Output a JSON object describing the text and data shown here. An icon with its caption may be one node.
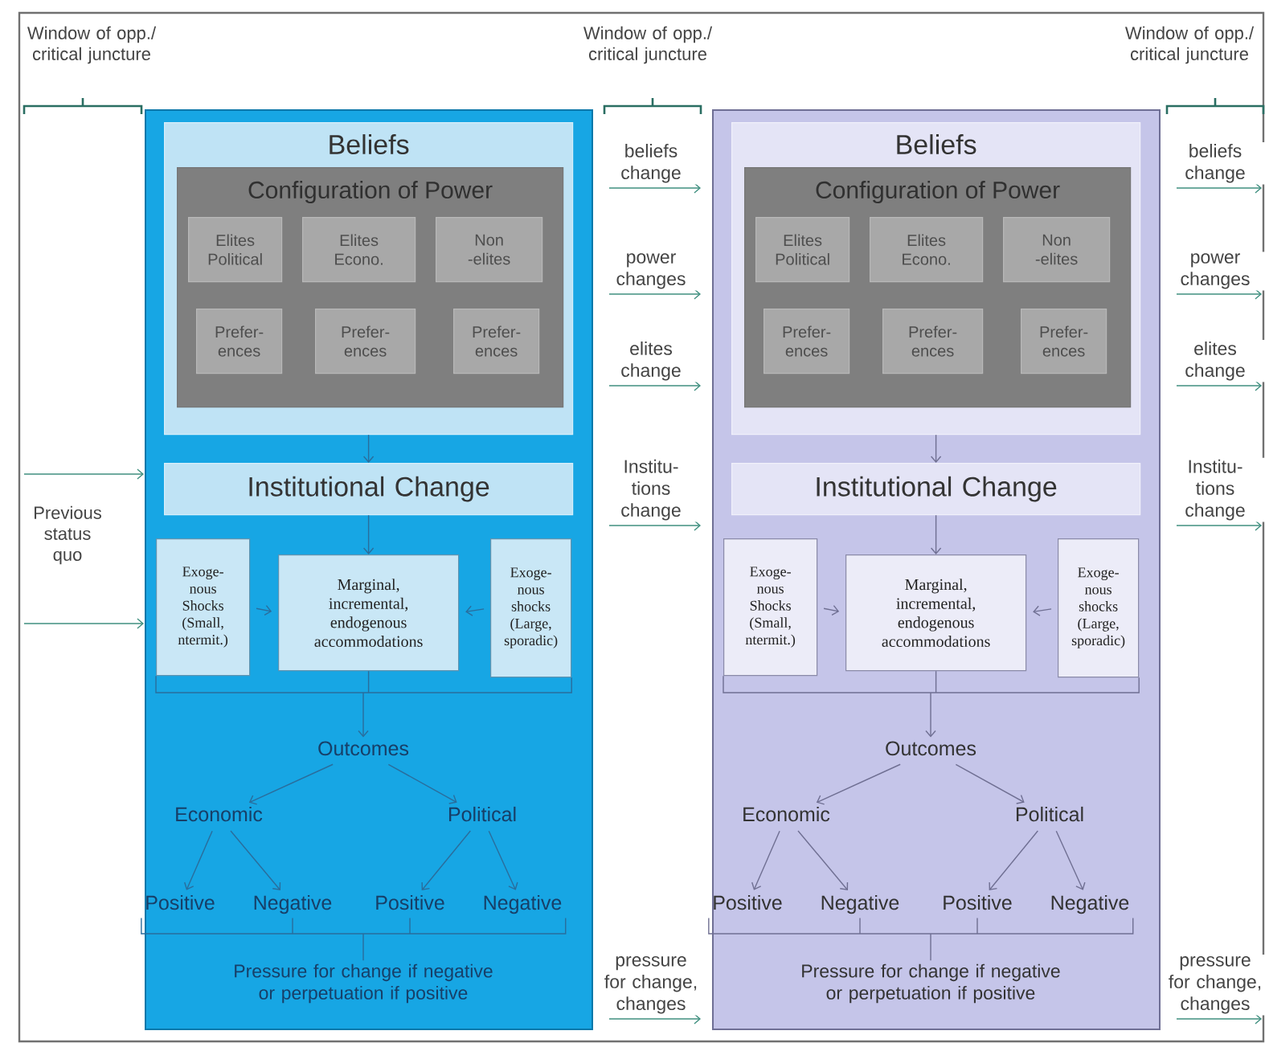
{
  "diagram": {
    "nodes": [
      {
        "text": [],
        "shape": "box"
      },
      {
        "text": [
          "Beliefs"
        ],
        "in": 0
      },
      {
        "text": [
          "Configuration of Power"
        ],
        "in": 1
      },
      {
        "text": [
          "Elites Political"
        ],
        "in": 2
      },
      {
        "text": [
          "Elites Econo."
        ],
        "in": 2
      },
      {
        "text": [
          "Non -elites"
        ],
        "in": 2
      },
      {
        "text": [
          "Prefer- ences"
        ],
        "in": 2
      },
      {
        "text": [
          "Prefer- ences"
        ],
        "in": 2
      },
      {
        "text": [
          "Prefer- ences"
        ],
        "in": 2
      },
      {
        "text": [
          "Institutional Change"
        ],
        "in": 0
      },
      {
        "text": [
          "Exoge- nous Shocks (Small, ntermit.)"
        ],
        "in": 0
      },
      {
        "text": [
          "Marginal, incremental, endogenous accommodations"
        ],
        "in": 0
      },
      {
        "text": [
          "Exoge- nous shocks (Large, sporadic)"
        ],
        "in": 0
      },
      {
        "text": [
          "Outcomes"
        ],
        "in": 0
      },
      {
        "text": [
          "Economic"
        ],
        "in": 0
      },
      {
        "text": [
          "Political"
        ],
        "in": 0
      },
      {
        "text": [
          "Positive"
        ],
        "in": 0
      },
      {
        "text": [
          "Negative"
        ],
        "in": 0
      },
      {
        "text": [
          "Positive"
        ],
        "in": 0
      },
      {
        "text": [
          "Negative"
        ],
        "in": 0
      },
      {
        "text": [
          "Pressure for change if negative or perpetuation if positive"
        ],
        "in": 0
      },
      {
        "text": [],
        "shape": "box"
      },
      {
        "text": [
          "Beliefs"
        ],
        "in": 21
      },
      {
        "text": [
          "Configuration of Power"
        ],
        "in": 22
      },
      {
        "text": [
          "Elites Political"
        ],
        "in": 23
      },
      {
        "text": [
          "Elites Econo."
        ],
        "in": 23
      },
      {
        "text": [
          "Non -elites"
        ],
        "in": 23
      },
      {
        "text": [
          "Prefer- ences"
        ],
        "in": 23
      },
      {
        "text": [
          "Prefer- ences"
        ],
        "in": 23
      },
      {
        "text": [
          "Prefer- ences"
        ],
        "in": 23
      },
      {
        "text": [
          "Institutional Change"
        ],
        "in": 21
      },
      {
        "text": [
          "Exoge- nous Shocks (Small, ntermit.)"
        ],
        "in": 21
      },
      {
        "text": [
          "Marginal, incremental, endogenous accommodations"
        ],
        "in": 21
      },
      {
        "text": [
          "Exoge- nous shocks (Large, sporadic)"
        ],
        "in": 21
      },
      {
        "text": [
          "Outcomes"
        ],
        "in": 21
      },
      {
        "text": [
          "Economic"
        ],
        "in": 21
      },
      {
        "text": [
          "Political"
        ],
        "in": 21
      },
      {
        "text": [
          "Positive"
        ],
        "in": 21
      },
      {
        "text": [
          "Negative"
        ],
        "in": 21
      },
      {
        "text": [
          "Positive"
        ],
        "in": 21
      },
      {
        "text": [
          "Negative"
        ],
        "in": 21
      },
      {
        "text": [
          "Pressure for change if negative or perpetuation if positive"
        ],
        "in": 21
      }
    ],
    "edges": [
      {
        "from": null,
        "to": 0,
        "arrow": "to",
        "color": "#3f8f7f"
      },
      {
        "from": null,
        "to": 0,
        "arrow": "to",
        "color": "#3f8f7f"
      },
      {
        "from": 1,
        "to": 9,
        "arrow": "to"
      },
      {
        "from": 9,
        "to": 11,
        "arrow": "to"
      },
      {
        "from": 10,
        "to": 11,
        "arrow": "to"
      },
      {
        "from": 12,
        "to": 11,
        "arrow": "to"
      },
      {
        "from": 10,
        "to": 13,
        "arrow": "to"
      },
      {
        "from": 11,
        "to": 13,
        "arrow": "to"
      },
      {
        "from": 12,
        "to": 13,
        "arrow": "to"
      },
      {
        "from": 13,
        "to": 14,
        "arrow": "to"
      },
      {
        "from": 13,
        "to": 15,
        "arrow": "to"
      },
      {
        "from": 14,
        "to": 16,
        "arrow": "to"
      },
      {
        "from": 14,
        "to": 17,
        "arrow": "to"
      },
      {
        "from": 15,
        "to": 18,
        "arrow": "to"
      },
      {
        "from": 15,
        "to": 19,
        "arrow": "to"
      },
      {
        "from": 16,
        "to": 20,
        "arrow": "none"
      },
      {
        "from": 17,
        "to": 20,
        "arrow": "none"
      },
      {
        "from": 18,
        "to": 20,
        "arrow": "none"
      },
      {
        "from": 19,
        "to": 20,
        "arrow": "none"
      },
      {
        "from": 0,
        "to": 21,
        "arrow": "to",
        "label": "beliefs change",
        "color": "#3f8f7f"
      },
      {
        "from": 0,
        "to": 21,
        "arrow": "to",
        "label": "power changes",
        "color": "#3f8f7f"
      },
      {
        "from": 0,
        "to": 21,
        "arrow": "to",
        "label": "elites change",
        "color": "#3f8f7f"
      },
      {
        "from": 0,
        "to": 21,
        "arrow": "to",
        "label": "Institu- tions change",
        "color": "#3f8f7f"
      },
      {
        "from": 0,
        "to": 21,
        "arrow": "to",
        "label": "pressure for change, changes",
        "color": "#3f8f7f"
      },
      {
        "from": 22,
        "to": 30,
        "arrow": "to"
      },
      {
        "from": 30,
        "to": 32,
        "arrow": "to"
      },
      {
        "from": 31,
        "to": 32,
        "arrow": "to"
      },
      {
        "from": 33,
        "to": 32,
        "arrow": "to"
      },
      {
        "from": 31,
        "to": 34,
        "arrow": "to"
      },
      {
        "from": 32,
        "to": 34,
        "arrow": "to"
      },
      {
        "from": 33,
        "to": 34,
        "arrow": "to"
      },
      {
        "from": 34,
        "to": 35,
        "arrow": "to"
      },
      {
        "from": 34,
        "to": 36,
        "arrow": "to"
      },
      {
        "from": 35,
        "to": 37,
        "arrow": "to"
      },
      {
        "from": 35,
        "to": 38,
        "arrow": "to"
      },
      {
        "from": 36,
        "to": 39,
        "arrow": "to"
      },
      {
        "from": 36,
        "to": 40,
        "arrow": "to"
      },
      {
        "from": 37,
        "to": 41,
        "arrow": "none"
      },
      {
        "from": 38,
        "to": 41,
        "arrow": "none"
      },
      {
        "from": 39,
        "to": 41,
        "arrow": "none"
      },
      {
        "from": 40,
        "to": 41,
        "arrow": "none"
      },
      {
        "from": 21,
        "to": null,
        "arrow": "to",
        "label": "beliefs change",
        "color": "#3f8f7f"
      },
      {
        "from": 21,
        "to": null,
        "arrow": "to",
        "label": "power changes",
        "color": "#3f8f7f"
      },
      {
        "from": 21,
        "to": null,
        "arrow": "to",
        "label": "elites change",
        "color": "#3f8f7f"
      },
      {
        "from": 21,
        "to": null,
        "arrow": "to",
        "label": "Institu- tions change",
        "color": "#3f8f7f"
      },
      {
        "from": 21,
        "to": null,
        "arrow": "to",
        "label": "pressure for change, changes",
        "color": "#3f8f7f"
      }
    ],
    "labels": [
      "Window of opp./ critical juncture",
      "Window of opp./ critical juncture",
      "Window of opp./ critical juncture",
      "Previous status quo"
    ]
  }
}
